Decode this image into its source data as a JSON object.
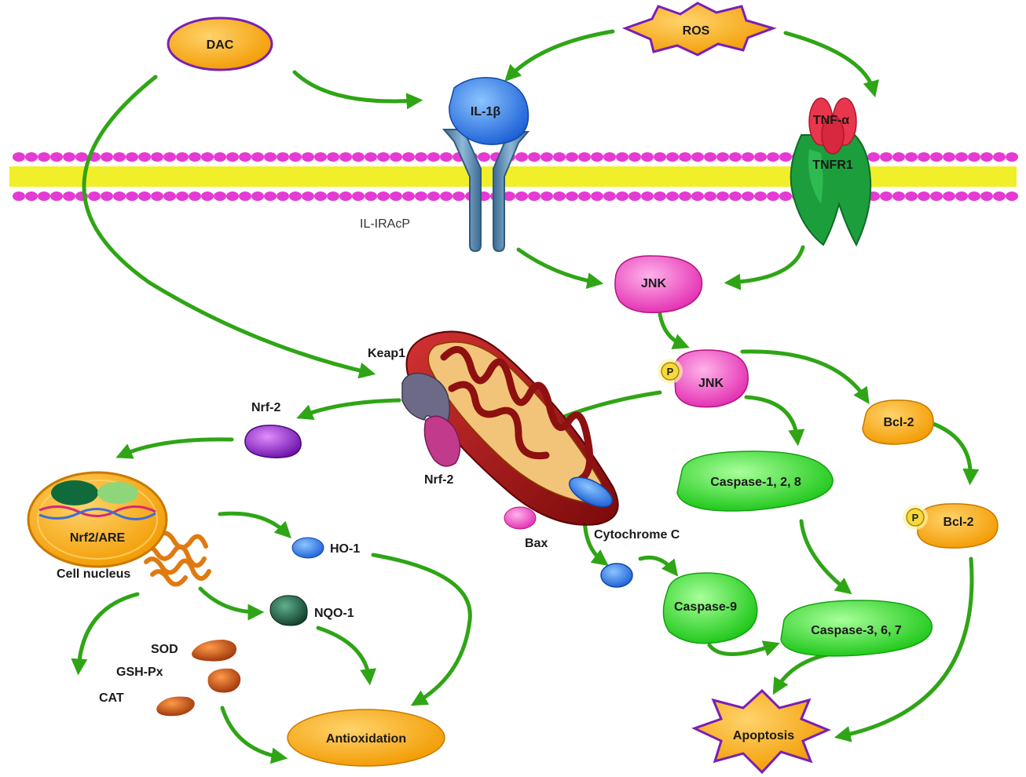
{
  "labels": {
    "dac": "DAC",
    "ros": "ROS",
    "il1b": "IL-1β",
    "tnfa": "TNF-α",
    "tnfr1": "TNFR1",
    "il_iracp": "IL-IRAcP",
    "jnk": "JNK",
    "p_jnk": "JNK",
    "p_symbol": "P",
    "keap1": "Keap1",
    "nrf2_free": "Nrf-2",
    "nrf2_bound": "Nrf-2",
    "nrf2_are": "Nrf2/ARE",
    "cell_nucleus": "Cell nucleus",
    "ho1": "HO-1",
    "nqo1": "NQO-1",
    "sod": "SOD",
    "gsh_px": "GSH-Px",
    "cat": "CAT",
    "antioxidation": "Antioxidation",
    "bax": "Bax",
    "cytochrome_c": "Cytochrome C",
    "caspase_128": "Caspase-1, 2, 8",
    "caspase_9": "Caspase-9",
    "caspase_367": "Caspase-3, 6, 7",
    "bcl2": "Bcl-2",
    "p_bcl2": "Bcl-2",
    "apoptosis": "Apoptosis"
  },
  "colors": {
    "arrow": "#2fa516",
    "membrane_head": "#e53ad3",
    "membrane_tail": "#f1ef2a",
    "orange_node": "#f7a600",
    "purple_outline": "#7a1fb5",
    "caspase_green": "#22d81c",
    "jnk_pink": "#ef3fb8",
    "receptor_blue": "#4f7ea6",
    "il1b_blue": "#1f6fe0",
    "tnfr_green": "#1c9e3c",
    "tnfa_red": "#e8364d",
    "mito_red": "#b01212"
  }
}
